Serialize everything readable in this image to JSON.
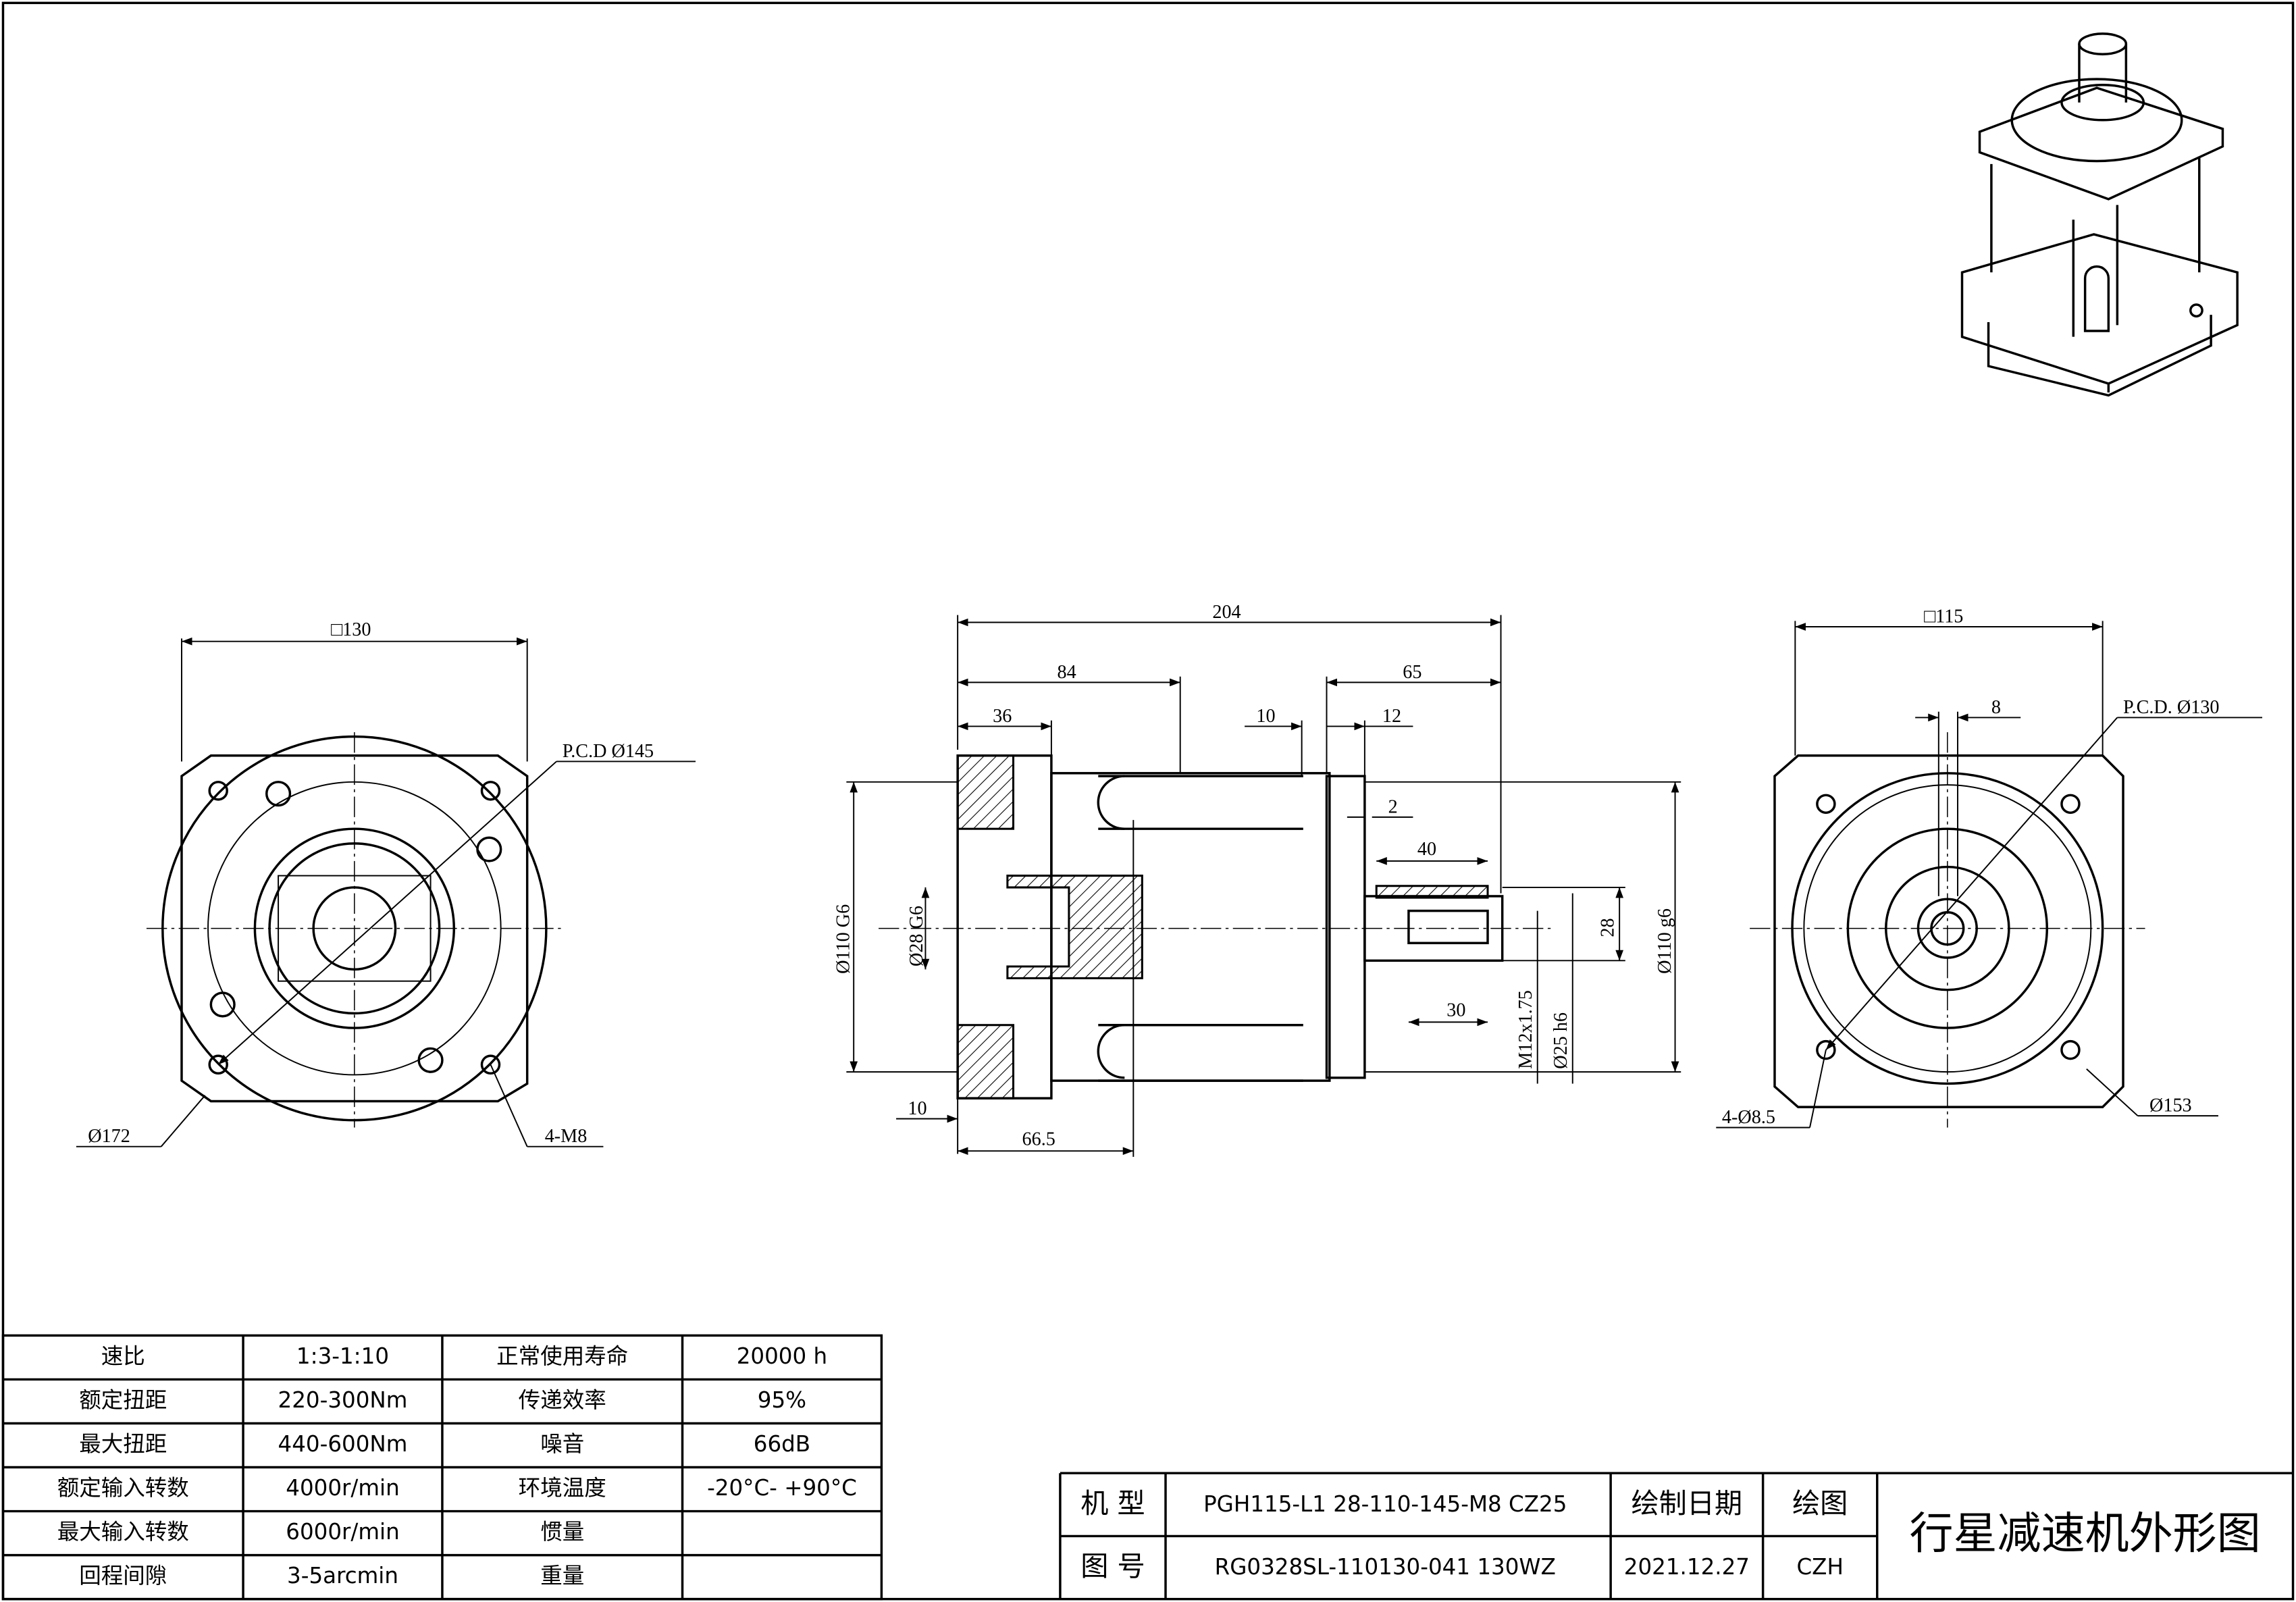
{
  "left_view": {
    "square": "□130",
    "pcd": "P.C.D Ø145",
    "outer_dia": "Ø172",
    "holes": "4-M8"
  },
  "side_view": {
    "overall": "204",
    "flange_len": "84",
    "shaft_len": "65",
    "d36": "36",
    "d10a": "10",
    "d12": "12",
    "d2": "2",
    "key_len": "40",
    "bore_fit": "Ø110 G6",
    "input_bore": "Ø28 G6",
    "key_h": "28",
    "pilot": "Ø110 g6",
    "d30": "30",
    "thread": "M12x1.75",
    "shaft_dia": "Ø25 h6",
    "d10b": "10",
    "d66": "66.5"
  },
  "right_view": {
    "square": "□115",
    "key_w": "8",
    "pcd": "P.C.D. Ø130",
    "outer_dia": "Ø153",
    "holes": "4-Ø8.5"
  },
  "spec_table": {
    "rows": [
      [
        "速比",
        "1:3-1:10",
        "正常使用寿命",
        "20000 h"
      ],
      [
        "额定扭距",
        "220-300Nm",
        "传递效率",
        "95%"
      ],
      [
        "最大扭距",
        "440-600Nm",
        "噪音",
        "66dB"
      ],
      [
        "额定输入转数",
        "4000r/min",
        "环境温度",
        "-20°C- +90°C"
      ],
      [
        "最大输入转数",
        "6000r/min",
        "惯量",
        ""
      ],
      [
        "回程间隙",
        "3-5arcmin",
        "重量",
        ""
      ]
    ]
  },
  "title_block": {
    "model_label": "机 型",
    "model": "PGH115-L1 28-110-145-M8 CZ25",
    "drawing_no_label": "图 号",
    "drawing_no": "RG0328SL-110130-041 130WZ",
    "date_label": "绘制日期",
    "date": "2021.12.27",
    "drawer_label": "绘图",
    "drawer": "CZH",
    "title": "行星减速机外形图"
  }
}
